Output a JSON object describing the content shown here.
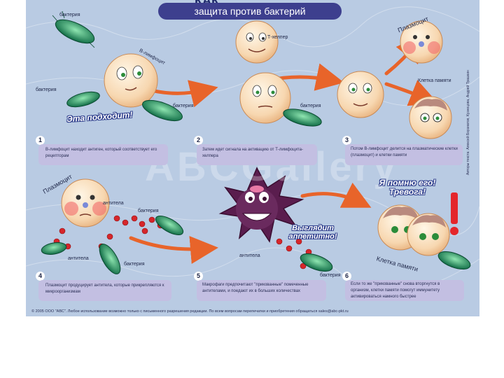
{
  "header": {
    "title_fragment": "КАК...",
    "banner": "защита против бактерий"
  },
  "labels": {
    "t_helper": "Т-хелпер",
    "bacterium": "бактерия",
    "b_lymphocyte": "В-лимфоцит",
    "plasmocyte": "Плазмоцит",
    "memory_cell": "Клетка памяти",
    "antibody": "антитела",
    "antibodies_short": "антитела"
  },
  "callouts": {
    "this_fits": "Эта подходит!",
    "looks_tasty": "Выглядит аппетитно!",
    "remember_alarm": "Я помню его! Тревога!"
  },
  "steps": [
    {
      "num": "1",
      "text": "В-лимфоцит находит антиген, который соответствует его рецепторам"
    },
    {
      "num": "2",
      "text": "Затем идет сигнала на активацию от Т-лимфоцита-хелпера"
    },
    {
      "num": "3",
      "text": "Потом В-лимфоцит делится на плазматические клетки (плазмоцит) и клетки памяти"
    },
    {
      "num": "4",
      "text": "Плазмоцит продуцирует антитела, которые прикрепляются к микроорганизмам"
    },
    {
      "num": "5",
      "text": "Макрофаги предпочитают \"прикованные\" помеченные антителами, и поедают их в больших количествах"
    },
    {
      "num": "6",
      "text": "Если то же \"прикованные\" снова вторгнутся в организм, клетки памяти помогут иммунитету активироваться намного быстрее"
    }
  ],
  "watermark": "ABCGallery",
  "footer": "© 2005 ООО \"АВС\". Любое использование возможно только с письменного разрешения редакции. По всем вопросам перепечатки и приобретения обращаться sales@abc-pkt.ru",
  "side_credit": "Авторы текста: Алексей Борзиатов, Кузнецова, Андрей Трашкин",
  "colors": {
    "banner": "#3d3f8e",
    "background": "#b9cbe3",
    "step_box": "#c3bfe2",
    "arrow": "#e8642a",
    "bacteria": "#1f8c5a",
    "macrophage": "#5a1d4e",
    "antibody": "#d6262b"
  },
  "icons": [
    "bacterium-icon",
    "b-lymphocyte-icon",
    "t-helper-icon",
    "plasmocyte-icon",
    "memory-cell-icon",
    "macrophage-icon",
    "antibody-icon",
    "arrow-icon",
    "exclamation-icon"
  ]
}
